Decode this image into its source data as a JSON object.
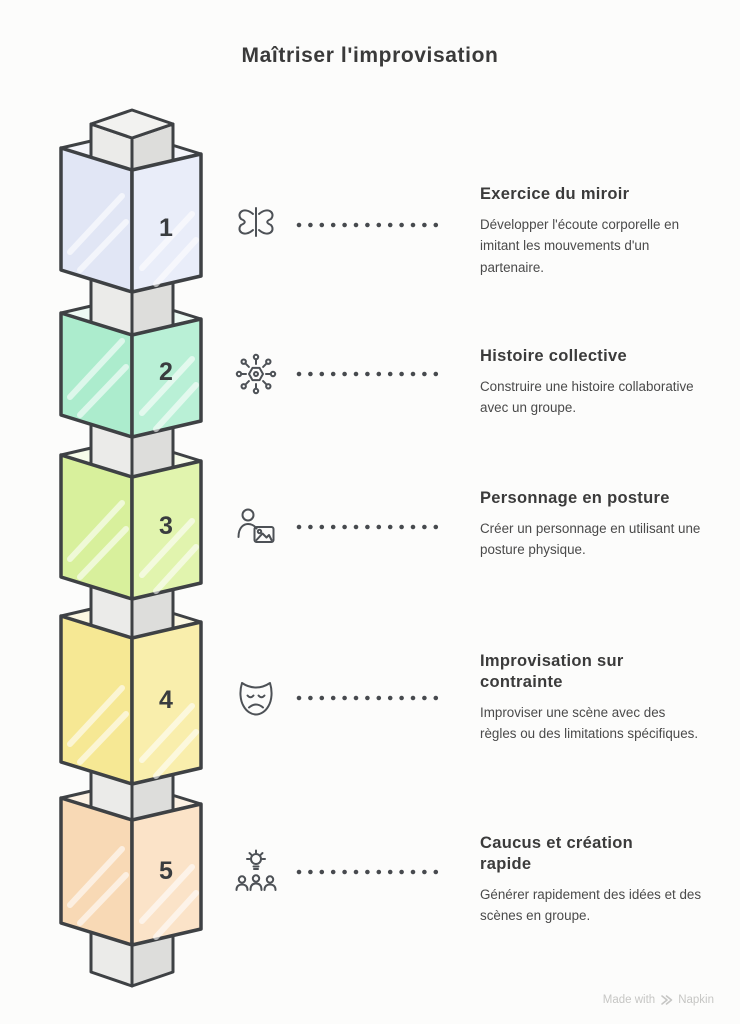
{
  "page": {
    "title": "Maîtriser l'improvisation",
    "background": "#fcfcfb",
    "footer": {
      "prefix": "Made with",
      "brand": "Napkin"
    }
  },
  "tower": {
    "outline_color": "#3e4144",
    "column": {
      "top": "#f2f2f0",
      "left": "#ebebe9",
      "right": "#dddddb"
    }
  },
  "items": [
    {
      "number": "1",
      "icon": "mirror-symmetry-icon",
      "title": "Exercice du miroir",
      "description": "Développer l'écoute corporelle en imitant les mouvements d'un partenaire.",
      "colors": {
        "left": "#e1e6f5",
        "right": "#e9edf9",
        "inner": "#f4f5fa"
      }
    },
    {
      "number": "2",
      "icon": "network-hub-icon",
      "title": "Histoire collective",
      "description": "Construire une histoire collaborative avec un groupe.",
      "colors": {
        "left": "#aceccd",
        "right": "#b9f0d6",
        "inner": "#eefaf4"
      }
    },
    {
      "number": "3",
      "icon": "person-image-icon",
      "title": "Personnage en posture",
      "description": "Créer un personnage en utilisant une posture physique.",
      "colors": {
        "left": "#d8f09c",
        "right": "#e1f4ae",
        "inner": "#f6fbe9"
      }
    },
    {
      "number": "4",
      "icon": "theater-mask-icon",
      "title": "Improvisation sur contrainte",
      "description": "Improviser une scène avec des règles ou des limitations spécifiques.",
      "colors": {
        "left": "#f6e894",
        "right": "#f9eeac",
        "inner": "#fcf8e2"
      }
    },
    {
      "number": "5",
      "icon": "idea-group-icon",
      "title": "Caucus et création rapide",
      "description": "Générer rapidement des idées et des scènes en groupe.",
      "colors": {
        "left": "#f8d9b5",
        "right": "#fbe3c8",
        "inner": "#fdf2e4"
      }
    }
  ]
}
